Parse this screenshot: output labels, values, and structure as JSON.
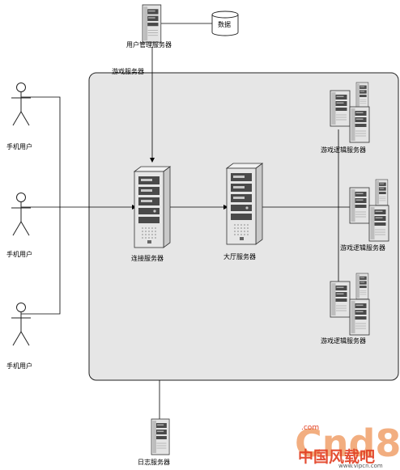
{
  "labels": {
    "user_mgmt_server": "用户管理服务器",
    "database": "数据",
    "game_cluster": "游戏服务器",
    "connect_server": "连接服务器",
    "lobby_server": "大厅服务器",
    "logic_server_1": "游戏逻辑服务器",
    "logic_server_2": "游戏逻辑服务器",
    "logic_server_3": "游戏逻辑服务器",
    "log_server": "日志服务器",
    "mobile_user_1": "手机用户",
    "mobile_user_2": "手机用户",
    "mobile_user_3": "手机用户"
  },
  "watermark": {
    "brand": "Cnd8",
    "com": ".com",
    "cn_text": "中国风载吧",
    "url": "www.vipcn.com"
  },
  "colors": {
    "cluster_fill": "#e6e6e6",
    "cluster_border": "#222222",
    "line": "#000000",
    "server_body": "#e4e4e4",
    "server_dark": "#4a4a4a",
    "watermark_orange": "#f0a06a",
    "watermark_red": "#e23c20"
  }
}
